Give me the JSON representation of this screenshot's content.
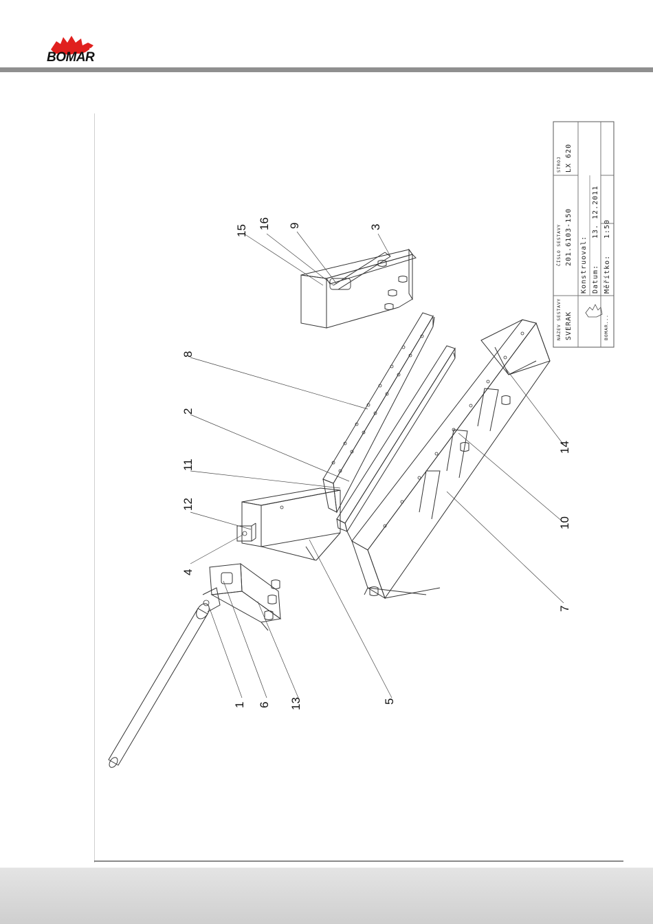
{
  "header": {
    "brand": "BOMAR"
  },
  "callouts": [
    {
      "label": "15"
    },
    {
      "label": "16"
    },
    {
      "label": "9"
    },
    {
      "label": "3"
    },
    {
      "label": "8"
    },
    {
      "label": "2"
    },
    {
      "label": "11"
    },
    {
      "label": "12"
    },
    {
      "label": "4"
    },
    {
      "label": "1"
    },
    {
      "label": "6"
    },
    {
      "label": "13"
    },
    {
      "label": "5"
    },
    {
      "label": "7"
    },
    {
      "label": "10"
    },
    {
      "label": "14"
    }
  ],
  "title_block": {
    "name_caption": "NÁZEV SESTAVY",
    "name_value": "SVERAK",
    "number_caption": "ČÍSLO SESTAVY",
    "number_value": "201.6103-150",
    "machine_caption": "STROJ",
    "machine_value": "LX 620",
    "designer_label": "Konstruoval:",
    "date_label": "Datum:",
    "date_value": "13. 12.2011",
    "scale_label": "Měřítko:",
    "scale_value": "1:50",
    "logo_text": "BOMAR..."
  }
}
